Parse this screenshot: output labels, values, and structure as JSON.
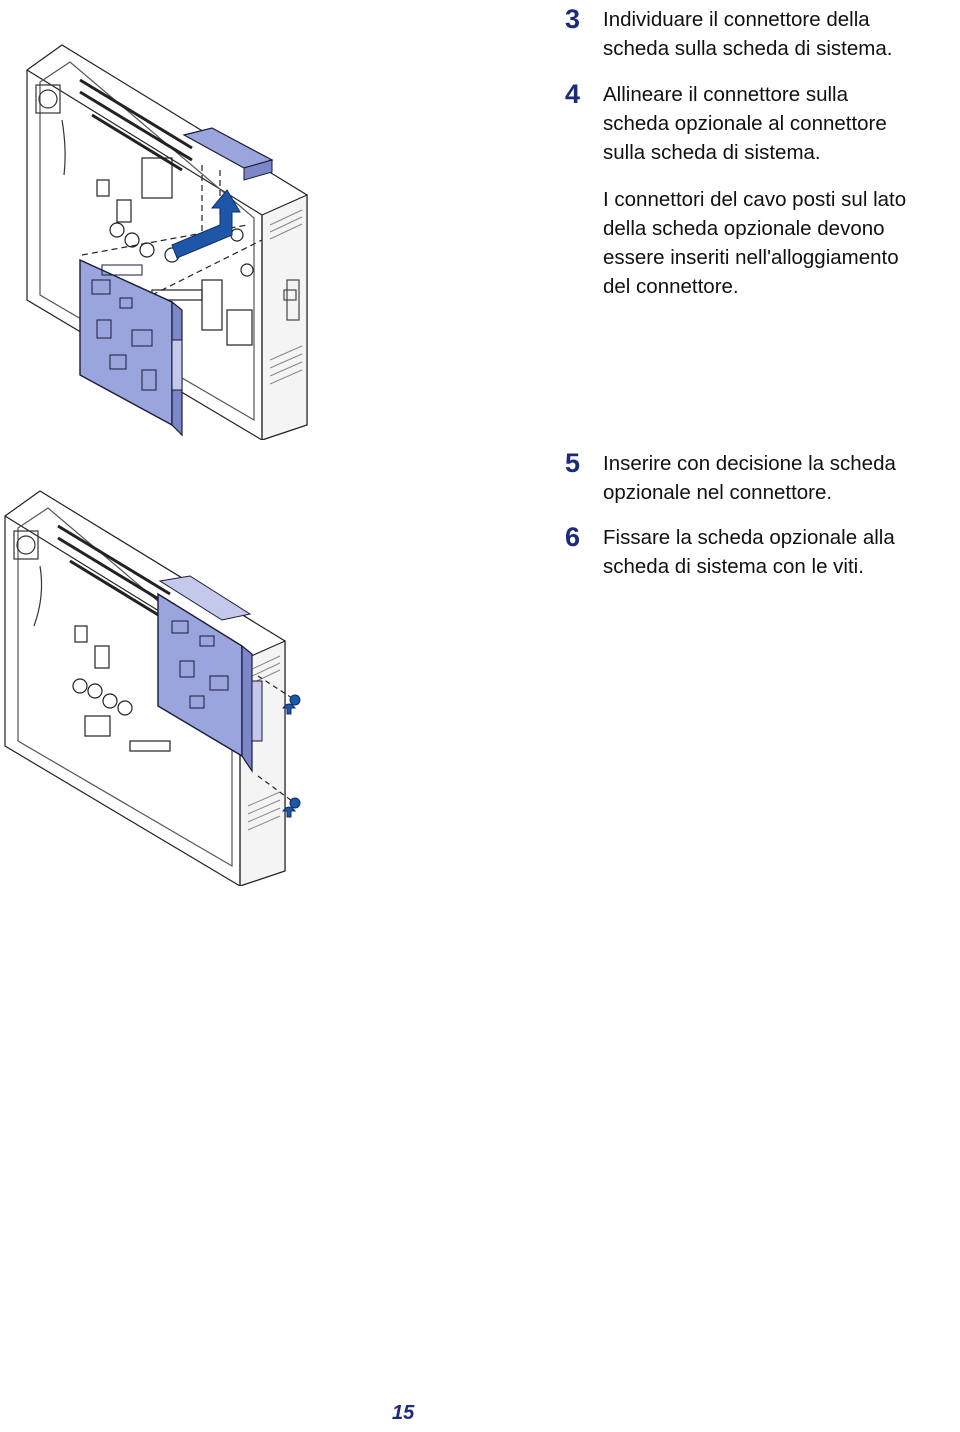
{
  "steps": [
    {
      "number": "3",
      "lines": [
        "Individuare il connettore della",
        "scheda sulla scheda di sistema."
      ]
    },
    {
      "number": "4",
      "lines": [
        "Allineare il connettore sulla",
        "scheda opzionale al connettore",
        "sulla scheda di sistema."
      ]
    },
    {
      "number": "5",
      "lines": [
        "Inserire con decisione la scheda",
        "opzionale nel connettore."
      ]
    },
    {
      "number": "6",
      "lines": [
        "Fissare la scheda opzionale alla",
        "scheda di sistema con le viti."
      ]
    }
  ],
  "note": {
    "lines": [
      "I connettori del cavo posti sul lato",
      "della scheda opzionale devono",
      "essere inseriti nell'alloggiamento",
      "del connettore."
    ]
  },
  "page_number": "15",
  "colors": {
    "accent": "#1b2a7a",
    "card": "#9aa4dd",
    "arrow": "#1f57a8"
  }
}
